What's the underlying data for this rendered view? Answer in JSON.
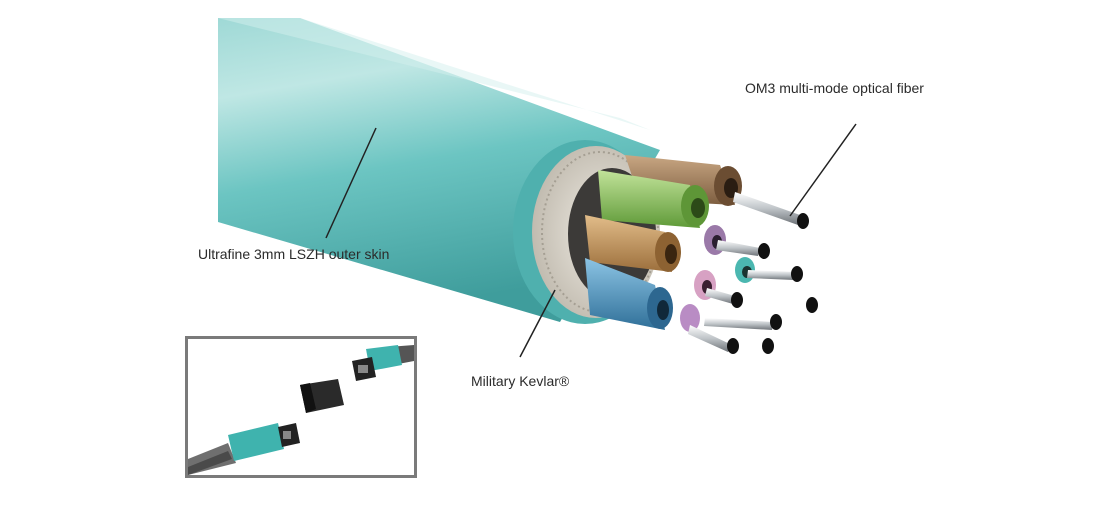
{
  "labels": {
    "fiber": "OM3 multi-mode optical fiber",
    "skin": "Ultrafine 3mm LSZH outer skin",
    "kevlar": "Military Kevlar®"
  },
  "colors": {
    "jacket": "#5bbcbb",
    "jacket_light": "#a9dedb",
    "jacket_dark": "#3f9d9c",
    "kevlar": "#d8d3c9",
    "tube_brown": "#a0805e",
    "tube_green": "#8fc25c",
    "tube_orange": "#c79a62",
    "tube_blue": "#4a8fb8",
    "tube_purple": "#9a79a8",
    "tube_pink": "#d7a1c3",
    "inset_border": "#7a7a7a",
    "connector_teal": "#3fb3ae"
  }
}
